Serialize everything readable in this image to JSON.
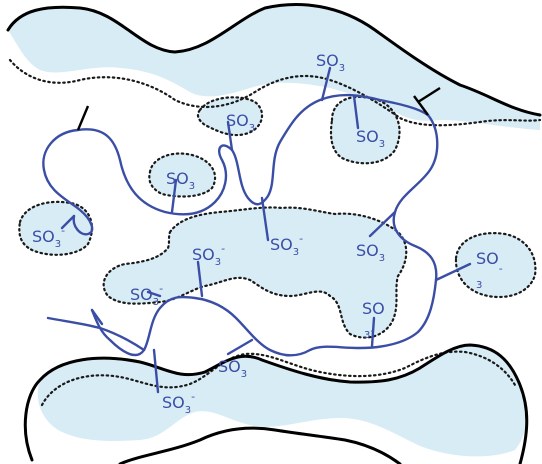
{
  "colors": {
    "water": "#d8ecf6",
    "polymer": "#3b4ea6",
    "boundary": "#000000",
    "dotted": "#1a1a1a",
    "label": "#3b4ea6"
  },
  "labels": {
    "g1": {
      "main": "SO",
      "sub": "3",
      "sup": ""
    },
    "g2": {
      "main": "SO",
      "sub": "3",
      "sup": ""
    },
    "g3": {
      "main": "SO",
      "sub": "3",
      "sup": ""
    },
    "g4": {
      "main": "SO",
      "sub": "3",
      "sup": ""
    },
    "g5": {
      "main": "SO",
      "sub": "3",
      "sup": "-"
    },
    "g6": {
      "main": "SO",
      "sub": "3",
      "sup": "-"
    },
    "g7": {
      "main": "SO",
      "sub": "3",
      "sup": "-"
    },
    "g8": {
      "main": "SO",
      "sub": "3",
      "sup": ""
    },
    "g9": {
      "main": "SO",
      "sub": "",
      "sup": "-"
    },
    "g9b": {
      "main": "3",
      "sub": "",
      "sup": ""
    },
    "g10": {
      "main": "SO",
      "sub": "3",
      "sup": "-"
    },
    "g11": {
      "main": "SO",
      "sub": "",
      "sup": ""
    },
    "g11b": {
      "main": "3",
      "sub": "",
      "sup": "-"
    },
    "g12": {
      "main": "SO",
      "sub": "3",
      "sup": ""
    },
    "g13": {
      "main": "SO",
      "sub": "3",
      "sup": "-"
    }
  }
}
